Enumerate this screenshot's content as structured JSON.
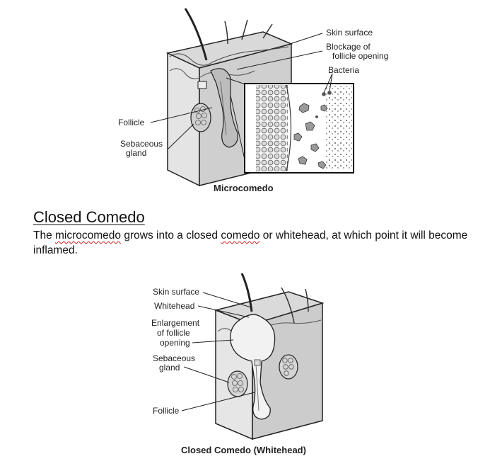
{
  "diagram1": {
    "labels": {
      "skin_surface": "Skin surface",
      "blockage_line1": "Blockage of",
      "blockage_line2": "follicle opening",
      "bacteria": "Bacteria",
      "follicle": "Follicle",
      "sebaceous_line1": "Sebaceous",
      "sebaceous_line2": "gland"
    },
    "caption": "Microcomedo"
  },
  "section": {
    "heading": "Closed Comedo",
    "paragraph": {
      "p1": "The ",
      "p2": "microcomedo",
      "p3": " grows into a closed ",
      "p4": "comedo",
      "p5": " or whitehead, at which point it will become inflamed."
    }
  },
  "diagram2": {
    "labels": {
      "skin_surface": "Skin surface",
      "whitehead": "Whitehead",
      "enlargement_line1": "Enlargement",
      "enlargement_line2": "of follicle",
      "enlargement_line3": "opening",
      "sebaceous_line1": "Sebaceous",
      "sebaceous_line2": "gland",
      "follicle": "Follicle"
    },
    "caption": "Closed Comedo (Whitehead)"
  }
}
